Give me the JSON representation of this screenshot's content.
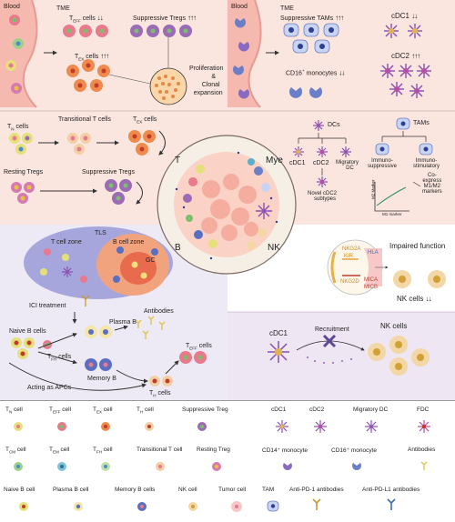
{
  "tl": {
    "blood": "Blood",
    "tme": "TME",
    "teff": "T",
    "teff_sub": "EFF",
    "teff_suffix": " cells",
    "teff_arrow": "↓↓",
    "supp_tregs": "Suppressive Tregs",
    "supp_tregs_arrow": "↑↑↑",
    "tex": "T",
    "tex_sub": "EX",
    "tex_suffix": " cells",
    "tex_arrow": "↑↑↑",
    "proliferation": "Proliferation",
    "amp": "&",
    "clonal": "Clonal",
    "expansion": "expansion",
    "tn": "T",
    "tn_sub": "N",
    "tn_suffix": " cells",
    "transitional": "Transitional T cells",
    "tex2": "T",
    "tex2_sub": "EX",
    "tex2_suffix": " cells",
    "resting_tregs": "Resting Tregs",
    "supp_tregs2": "Suppressive Tregs"
  },
  "tr": {
    "blood": "Blood",
    "tme": "TME",
    "supp_tams": "Suppressive TAMs",
    "supp_tams_arrow": "↑↑↑",
    "cdc1": "cDC1",
    "cdc1_arrow": "↓↓",
    "cdc2": "cDC2",
    "cdc2_arrow": "↑↑↑",
    "cd16": "CD16",
    "cd16_sup": "+",
    "cd16_suffix": " monocytes",
    "cd16_arrow": "↓↓",
    "dcs": "DCs",
    "tams": "TAMs",
    "cdc1_b": "cDC1",
    "cdc2_b": "cDC2",
    "migratory1": "Migratory",
    "migratory2": "DC",
    "immuno_s1": "Immuno-",
    "immuno_s2": "suppressive",
    "immuno_st1": "Immuno-",
    "immuno_st2": "stimulatory",
    "novel1": "Novel cDC2",
    "novel2": "subtypes",
    "m2": "M2 Marker",
    "m1": "M1 marker",
    "coexp1": "Co-",
    "coexp2": "express",
    "coexp3": "M1/M2",
    "coexp4": "markers"
  },
  "center": {
    "t": "T",
    "mye": "Mye",
    "b": "B",
    "nk": "NK"
  },
  "bl": {
    "tls": "TLS",
    "tzone": "T cell zone",
    "bzone": "B cell zone",
    "gc": "GC",
    "ici": "ICI treatment",
    "naive": "Naive B cells",
    "plasma": "Plasma B",
    "antibodies": "Antibodies",
    "tfh": "T",
    "tfh_sub": "FH",
    "tfh_suffix": " cells",
    "memory": "Memory B",
    "teff": "T",
    "teff_sub": "EFF",
    "teff_suffix": " cells",
    "apc": "Acting as APCs",
    "th": "T",
    "th_sub": "H",
    "th_suffix": " cells"
  },
  "br": {
    "nkg2a": "NKG2A",
    "kir": "KIR",
    "hla": "HLA",
    "nkg2d": "NKG2D",
    "mica": "MICA",
    "micb": "MICB",
    "impaired": "Impaired function",
    "nkcells": "NK cells",
    "nk_arrow": "↓↓",
    "cdc1": "cDC1",
    "nkcells2": "NK cells",
    "recruitment": "Recruitment"
  },
  "legend": {
    "r1": [
      "T<sub>N</sub> cell",
      "T<sub>EFF</sub> cell",
      "T<sub>EX</sub> cell",
      "T<sub>H</sub> cell",
      "Suppressive Treg",
      "cDC1",
      "cDC2",
      "Migratory DC",
      "FDC"
    ],
    "row1": [
      {
        "t": "T",
        "s": "N",
        "x": " cell"
      },
      {
        "t": "T",
        "s": "EFF",
        "x": " cell"
      },
      {
        "t": "T",
        "s": "EX",
        "x": " cell"
      },
      {
        "t": "T",
        "s": "H",
        "x": " cell"
      },
      {
        "t": "Suppressive Treg",
        "s": "",
        "x": ""
      },
      {
        "t": "cDC1",
        "s": "",
        "x": ""
      },
      {
        "t": "cDC2",
        "s": "",
        "x": ""
      },
      {
        "t": "Migratory DC",
        "s": "",
        "x": ""
      },
      {
        "t": "FDC",
        "s": "",
        "x": ""
      }
    ],
    "row2": [
      {
        "t": "T",
        "s": "CM",
        "x": " cell"
      },
      {
        "t": "T",
        "s": "EM",
        "x": " cell"
      },
      {
        "t": "T",
        "s": "FH",
        "x": " cell"
      },
      {
        "t": "Transitional T cell",
        "s": "",
        "x": ""
      },
      {
        "t": "Resting Treg",
        "s": "",
        "x": ""
      },
      {
        "t": "CD14⁺ monocyte",
        "s": "",
        "x": ""
      },
      {
        "t": "CD16⁺ monocyte",
        "s": "",
        "x": ""
      },
      {
        "t": "Antibodies",
        "s": "",
        "x": ""
      }
    ],
    "row3": [
      {
        "t": "Naive B cell"
      },
      {
        "t": "Plasma B cell"
      },
      {
        "t": "Memory B cells"
      },
      {
        "t": "NK cell"
      },
      {
        "t": "Tumor cell"
      },
      {
        "t": "TAM"
      },
      {
        "t": "Anti-PD-1 antibodies"
      },
      {
        "t": "Anti-PD-L1 antibodies"
      }
    ]
  },
  "colors": {
    "treg": "#9b6bb6",
    "tcell": "#e9798c",
    "tex": "#ee8a4b",
    "bcell": "#5a6fc2",
    "dc": "#9a62b8",
    "nk": "#e2b24f",
    "tam": "#6a7fc7"
  }
}
